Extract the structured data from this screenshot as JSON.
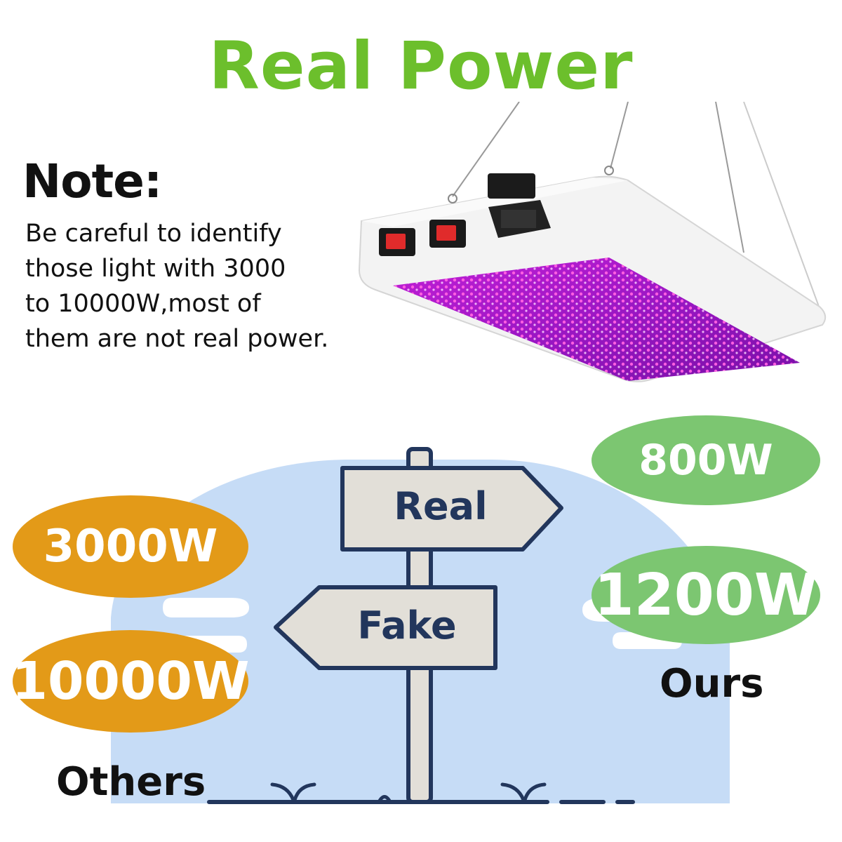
{
  "title": "Real Power",
  "note": {
    "heading": "Note:",
    "lines": [
      "Be careful to identify",
      "those light with 3000",
      "to 10000W,most of",
      "them are not real power."
    ]
  },
  "others": {
    "label": "Others",
    "badges": [
      "3000W",
      "10000W"
    ],
    "color": "#e39a18"
  },
  "ours": {
    "label": "Ours",
    "badges": [
      "800W",
      "1200W"
    ],
    "color": "#7cc671"
  },
  "signpost": {
    "right_sign": "Real",
    "left_sign": "Fake"
  },
  "colors": {
    "title": "#6cbf2c",
    "background_blob": "#c6dcf6",
    "sign_fill": "#e2dfd8",
    "sign_outline": "#22365c"
  }
}
